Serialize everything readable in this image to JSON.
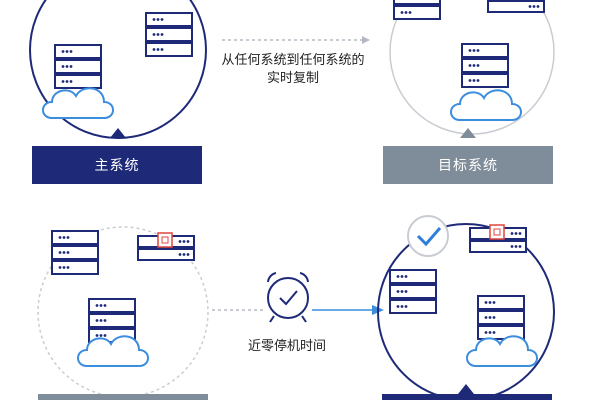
{
  "replication_note": {
    "line1": "从任何系统到任何系统的",
    "line2": "实时复制"
  },
  "primary_system": {
    "label": "主系统"
  },
  "target_system": {
    "label": "目标系统"
  },
  "downtime_note": {
    "label": "近零停机时间"
  },
  "colors": {
    "navy": "#1e2a78",
    "gray": "#7f8c99",
    "server_stroke": "#1e2a78",
    "cloud_stroke": "#3c8dde",
    "circle_stroke": "#b9bec6",
    "dashed_circle": "#c9cdd3",
    "check_blue": "#2f7fd8"
  }
}
